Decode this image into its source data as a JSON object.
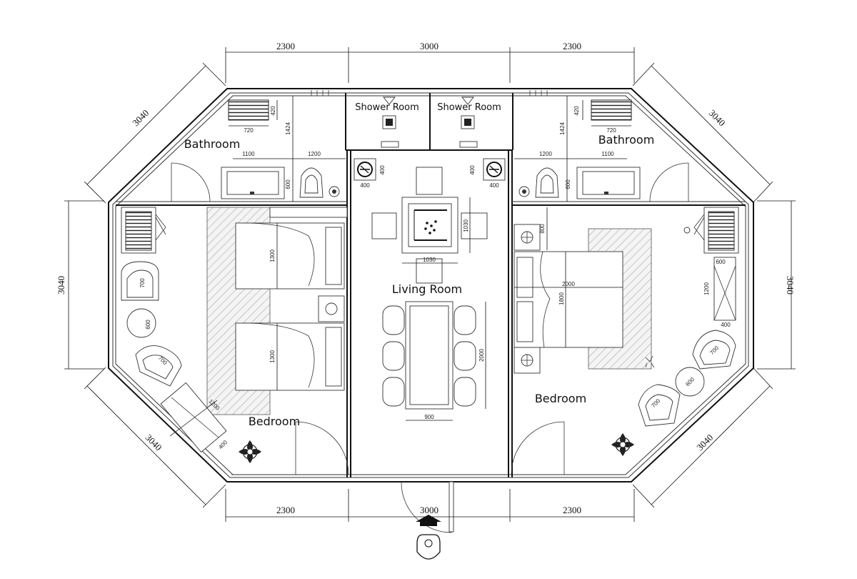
{
  "rooms": {
    "bathroom_left": "Bathroom",
    "bathroom_right": "Bathroom",
    "shower_left": "Shower Room",
    "shower_right": "Shower Room",
    "living": "Living Room",
    "bedroom_left": "Bedroom",
    "bedroom_right": "Bedroom"
  },
  "dimensions": {
    "top": [
      "2300",
      "3000",
      "2300"
    ],
    "bottom": [
      "2300",
      "3000",
      "2300"
    ],
    "left_side": "3040",
    "right_side": "3040",
    "upper_left_diag": "3040",
    "upper_right_diag": "3040",
    "lower_left_diag": "3040",
    "lower_right_diag": "3040"
  },
  "annotations": {
    "bath_left_sink_width": "720",
    "bath_left_sink_depth": "420",
    "bath_left_height": "1424",
    "bath_left_1100": "1100",
    "bath_left_1200": "1200",
    "bath_left_600": "600",
    "bath_right_sink_width": "720",
    "bath_right_sink_depth": "420",
    "bath_right_height": "1424",
    "bath_right_1100": "1100",
    "bath_right_1200": "1200",
    "bath_right_600": "600",
    "living_ac_left_w": "400",
    "living_ac_left_h": "400",
    "living_ac_right_w": "400",
    "living_ac_right_h": "400",
    "game_table_h": "1030",
    "game_table_w": "1030",
    "dining_table_len": "2000",
    "dining_table_w": "900",
    "left_bed_1": "1300",
    "left_bed_2": "1300",
    "left_chair_1": "700",
    "left_side_table": "600",
    "left_chair_2": "700",
    "left_cabinet_len": "1200",
    "left_cabinet_w": "400",
    "right_bed_len": "2000",
    "right_bed_w": "1800",
    "right_nightstand": "800",
    "right_cabinet_len": "1200",
    "right_cabinet_w": "400",
    "right_cabinet_top": "600",
    "right_chair_1": "700",
    "right_side_table": "600",
    "right_chair_2": "700"
  }
}
